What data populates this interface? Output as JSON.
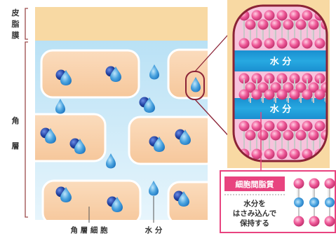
{
  "labels": {
    "sebum_membrane": "皮脂膜",
    "stratum_corneum": "角層",
    "corneocyte": "角層細胞",
    "water": "水分",
    "water_band": "水分",
    "lipid_title": "細胞間脂質",
    "lipid_desc_1": "水分を",
    "lipid_desc_2": "はさみ込んで",
    "lipid_desc_3": "保持する"
  },
  "colors": {
    "sebum": "#f8d9a3",
    "interstitial": "#cde9f7",
    "cell_fill": "#f9d2ad",
    "cell_border": "#ffffff",
    "water_drop": "#4aa3df",
    "water_band": "#1d9cd7",
    "lipid_bead": "#ef5a99",
    "lipid_bg": "#f7c2dc",
    "outline": "#8b2336",
    "accent_pink": "#e8437f",
    "bracket": "#9a4a4a"
  },
  "icons": [
    "water-drop-icon",
    "water-molecule-icon",
    "lipid-molecule-icon"
  ]
}
